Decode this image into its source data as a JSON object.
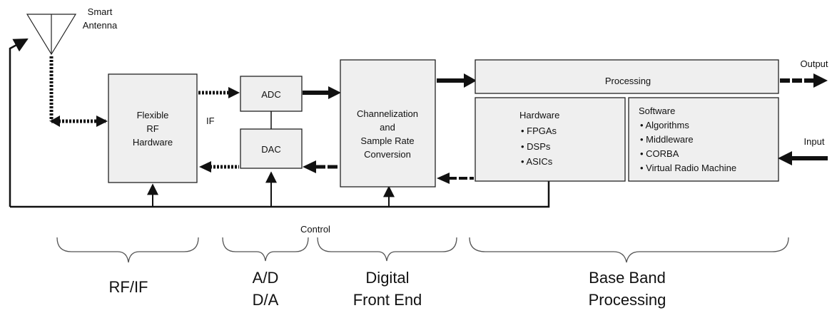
{
  "antenna": {
    "label_line1": "Smart",
    "label_line2": "Antenna"
  },
  "blocks": {
    "rf": {
      "lines": [
        "Flexible",
        "RF",
        "Hardware"
      ]
    },
    "if_label": "IF",
    "adc": "ADC",
    "dac": "DAC",
    "chan": {
      "lines": [
        "Channelization",
        "and",
        "Sample Rate",
        "Conversion"
      ]
    },
    "processing": "Processing",
    "hardware": {
      "title": "Hardware",
      "items": [
        "• FPGAs",
        "• DSPs",
        "• ASICs"
      ]
    },
    "software": {
      "title": "Software",
      "items": [
        "• Algorithms",
        "• Middleware",
        "• CORBA",
        "• Virtual Radio Machine"
      ]
    }
  },
  "io": {
    "output": "Output",
    "input": "Input"
  },
  "control_label": "Control",
  "sections": {
    "rfif": [
      "RF/IF"
    ],
    "ad": [
      "A/D",
      "D/A"
    ],
    "dfe": [
      "Digital",
      "Front End"
    ],
    "bb": [
      "Base Band",
      "Processing"
    ]
  },
  "colors": {
    "box_fill": "#efefef",
    "line": "#111111"
  }
}
